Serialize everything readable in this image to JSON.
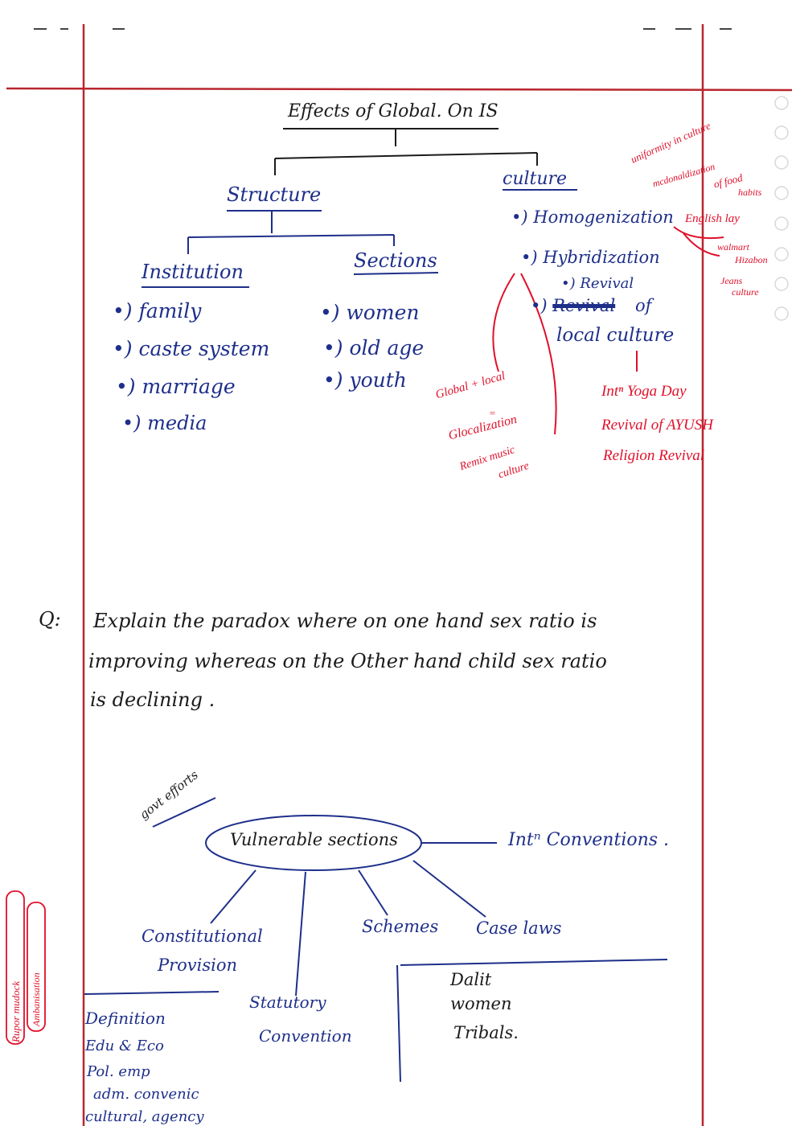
{
  "section1": {
    "title": "Effects of Global. On IS",
    "structure": {
      "heading": "Structure",
      "institution": {
        "heading": "Institution",
        "items": [
          "•) family",
          "•) caste system",
          "•) marriage",
          "•) media"
        ]
      },
      "sections": {
        "heading": "Sections",
        "items": [
          "•) women",
          "•) old age",
          "•) youth"
        ]
      }
    },
    "culture": {
      "heading": "culture",
      "items": [
        "•) Homogenization",
        "•) Hybridization",
        "•) Revival",
        "of",
        "local culture"
      ],
      "crossed_out": "Revival",
      "homogenization_notes": [
        "uniformity in culture",
        "mcdonaldization",
        "of food",
        "habits",
        "English lay",
        "walmart",
        "Hizabon",
        "Jeans",
        "culture"
      ],
      "hybridization_notes": [
        "Global + local",
        "=",
        "Glocalization",
        "Remix music",
        "culture"
      ],
      "revival_notes": [
        "Intⁿ Yoga Day",
        "Revival of AYUSH",
        "Religion Revival"
      ]
    }
  },
  "question": {
    "marker": "Q:",
    "lines": [
      "Explain the paradox where on one hand sex ratio is",
      "improving whereas on the Other hand child sex ratio",
      "is declining ."
    ]
  },
  "section2": {
    "center": "Vulnerable sections",
    "govt_efforts": "govt efforts",
    "intl": "Intⁿ Conventions .",
    "constitutional": [
      "Constitutional",
      "Provision"
    ],
    "statutory": [
      "Statutory",
      "Convention"
    ],
    "schemes": "Schemes",
    "case_laws": "Case laws",
    "groups": [
      "Dalit",
      "women",
      "Tribals."
    ],
    "provision_items": [
      "Definition",
      "Edu & Eco",
      "Pol. emp",
      "adm. convenic",
      "cultural, agency"
    ],
    "margin_note": [
      "Rupor mudock",
      "Ambanisation"
    ]
  }
}
